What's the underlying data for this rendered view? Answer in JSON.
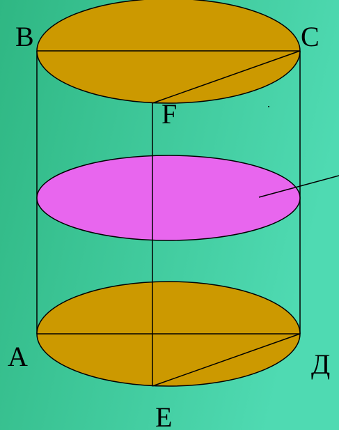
{
  "background": {
    "color_left": "#2fb783",
    "color_right": "#4fdab2"
  },
  "colors": {
    "base_fill": "#cc9900",
    "section_fill": "#e866ee",
    "stroke": "#000000"
  },
  "labels": {
    "top_left": "B",
    "top_right": "C",
    "top_front": "F",
    "bottom_left": "A",
    "bottom_right": "Д",
    "bottom_front": "E"
  }
}
